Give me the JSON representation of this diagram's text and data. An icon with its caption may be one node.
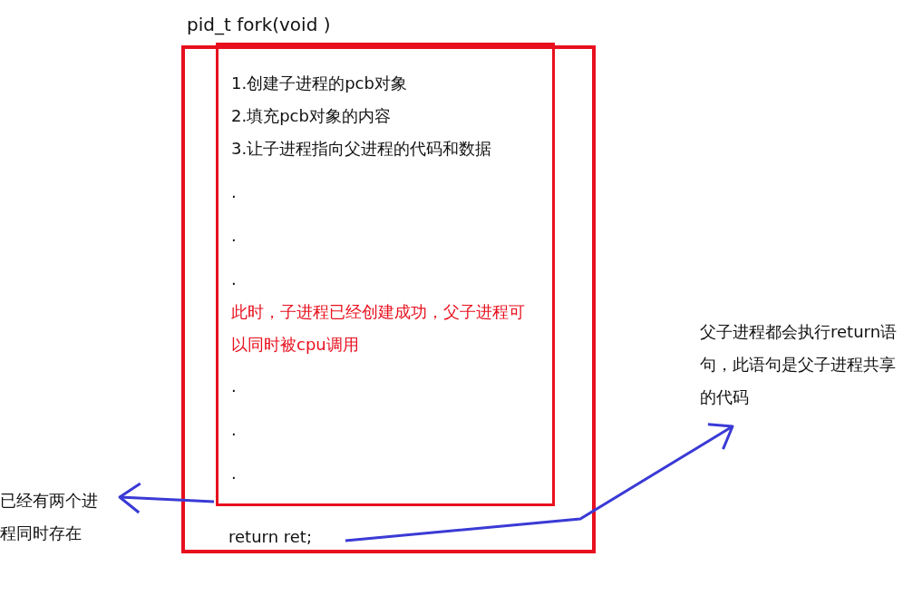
{
  "diagram": {
    "nodes": [
      {
        "text": [
          "pid_t fork(void )"
        ]
      },
      {
        "text": [
          "1.创建子进程的pcb对象",
          "2.填充pcb对象的内容",
          "3.让子进程指向父进程的代码和数据",
          ".",
          ".",
          ".",
          "此时，子进程已经创建成功，父子进程可以同时被cpu调用",
          ".",
          ".",
          "."
        ],
        "in": 0
      },
      {
        "text": [
          "return ret;"
        ],
        "in": 0
      },
      {
        "text": [
          "已经有两个进程同时存在"
        ]
      },
      {
        "text": [
          "父子进程都会执行return语句，此语句是父子进程共享的代码"
        ]
      }
    ],
    "edges": [
      {
        "from": 1,
        "to": 3,
        "arrow": "to"
      },
      {
        "from": 2,
        "to": 4,
        "arrow": "to"
      }
    ]
  }
}
